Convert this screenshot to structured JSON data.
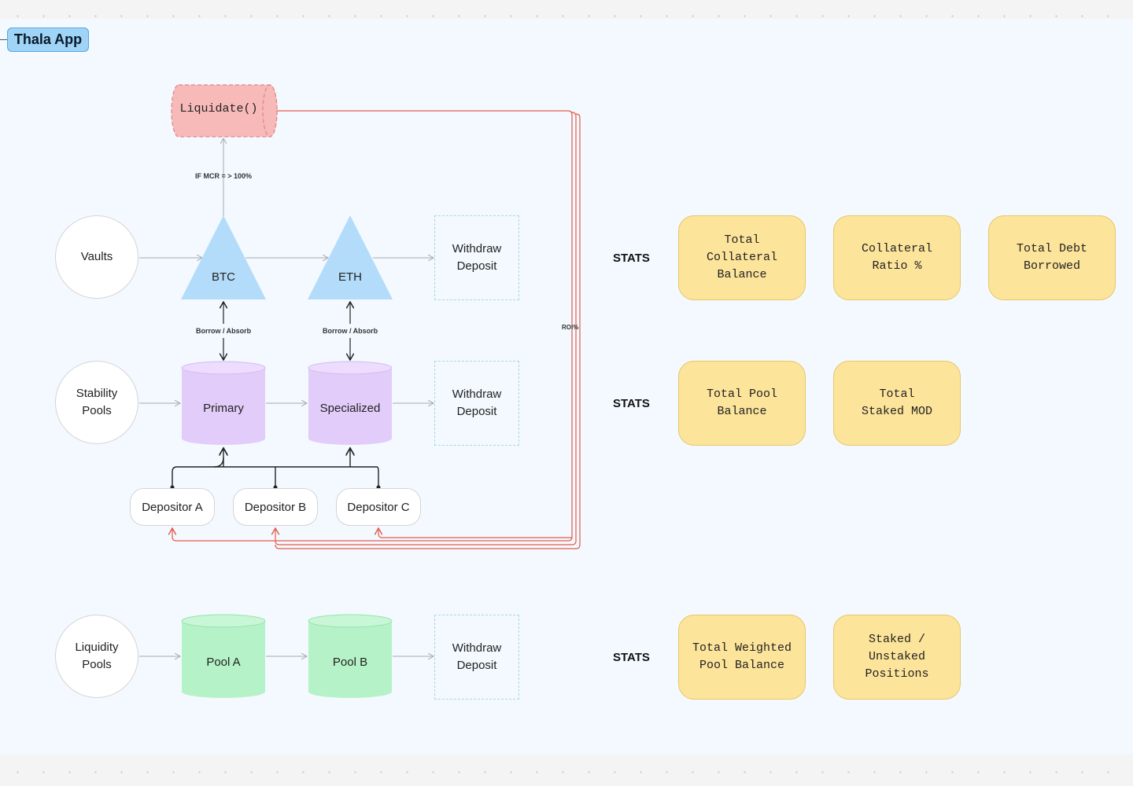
{
  "frame": {
    "title": "Thala App"
  },
  "liquidate": {
    "label": "Liquidate()",
    "condition": "IF MCR = > 100%"
  },
  "roi_label": "ROI%",
  "rows": {
    "vaults": {
      "source": "Vaults",
      "nodes": [
        "BTC",
        "ETH"
      ],
      "action": [
        "Withdraw",
        "Deposit"
      ],
      "edge_label": "Borrow / Absorb"
    },
    "stability": {
      "source": [
        "Stability",
        "Pools"
      ],
      "nodes": [
        "Primary",
        "Specialized"
      ],
      "action": [
        "Withdraw",
        "Deposit"
      ]
    },
    "depositors": [
      "Depositor A",
      "Depositor B",
      "Depositor C"
    ],
    "liquidity": {
      "source": [
        "Liquidity",
        "Pools"
      ],
      "nodes": [
        "Pool A",
        "Pool B"
      ],
      "action": [
        "Withdraw",
        "Deposit"
      ]
    }
  },
  "stats": {
    "label": "STATS",
    "row1": [
      [
        "Total",
        "Collateral",
        "Balance"
      ],
      [
        "Collateral",
        "Ratio %"
      ],
      [
        "Total Debt",
        "Borrowed"
      ]
    ],
    "row2": [
      [
        "Total Pool",
        "Balance"
      ],
      [
        "Total",
        "Staked MOD"
      ]
    ],
    "row3": [
      [
        "Total Weighted",
        "Pool Balance"
      ],
      [
        "Staked /",
        "Unstaked",
        "Positions"
      ]
    ]
  },
  "colors": {
    "triangle": "#b3dcfa",
    "purple": "#e2cdfa",
    "green": "#b6f2c8",
    "card": "#fde49b",
    "liquidate": "#f8b9b9",
    "red_line": "#e45a4c"
  }
}
